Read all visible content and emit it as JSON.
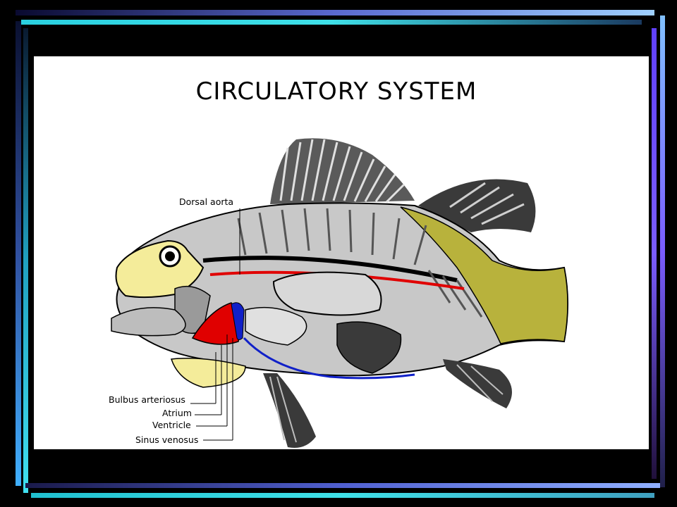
{
  "slide": {
    "title": "CIRCULATORY SYSTEM",
    "labels": {
      "dorsal_aorta": "Dorsal aorta",
      "bulbus_arteriosus": "Bulbus arteriosus",
      "atrium": "Atrium",
      "ventricle": "Ventricle",
      "sinus_venosus": "Sinus venosus"
    }
  },
  "colors": {
    "frame_gradient_start": "#1a1a5a",
    "frame_gradient_end": "#7fb0ff",
    "frame_accent_cyan": "#3fe0e8",
    "frame_accent_violet": "#7a5cff",
    "artery_red": "#e00000",
    "vein_blue": "#1020c8",
    "scale_yellow": "#b8b23c",
    "head_yellow": "#f4ec9a",
    "body_grey": "#c8c8c8",
    "fin_dark": "#3a3a3a"
  }
}
